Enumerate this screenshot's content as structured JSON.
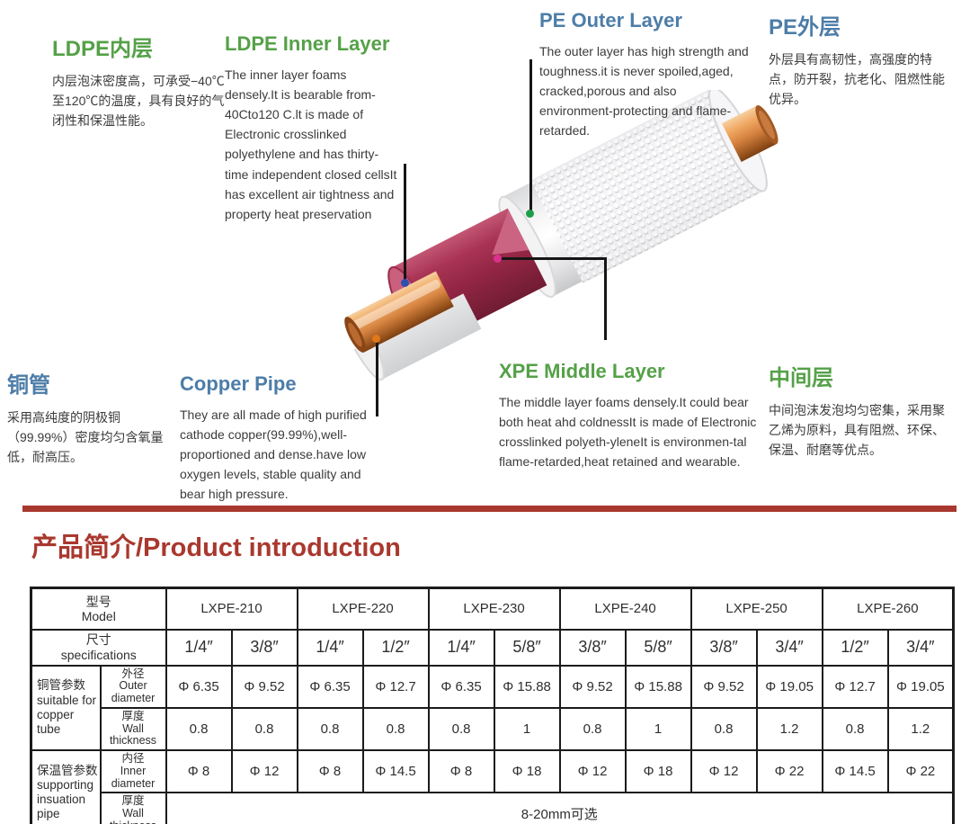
{
  "colors": {
    "green": "#55a148",
    "blue": "#4d7da8",
    "red": "#a9382e",
    "dot_blue": "#2f4fae",
    "dot_green": "#1f9e49",
    "dot_pink": "#dd3190",
    "dot_orange": "#e07818",
    "copper": "#d5823f",
    "foam_red": "#932644"
  },
  "annotations": {
    "ldpe_cn": {
      "title": "LDPE内层",
      "body": "内层泡沫密度高，可承受−40℃至120℃的温度，具有良好的气闭性和保温性能。"
    },
    "ldpe_en": {
      "title": "LDPE Inner Layer",
      "body": "The inner layer foams densely.It is bearable from-40Cto120 C.lt is made of Electronic crosslinked polyethylene and has thirty-time independent closed cellsIt has excellent air tightness and property heat preservation"
    },
    "pe_en": {
      "title": "PE Outer Layer",
      "body": "The outer layer has high strength and toughness.it is never spoiled,aged, cracked,porous and also environment-protecting and flame-retarded."
    },
    "pe_cn": {
      "title": "PE外层",
      "body": "外层具有高韧性，高强度的特点，防开裂，抗老化、阻燃性能优异。"
    },
    "copper_cn": {
      "title": "铜管",
      "body": "采用高纯度的阴极铜（99.99%）密度均匀含氧量低，耐高压。"
    },
    "copper_en": {
      "title": "Copper Pipe",
      "body": "They are all made of high purified cathode copper(99.99%),well-proportioned and dense.have low oxygen levels, stable quality and bear high pressure."
    },
    "xpe_en": {
      "title": "XPE Middle Layer",
      "body": "The middle layer foams densely.It could bear both heat ahd coldnessIt is made of Electronic crosslinked polyeth-yleneIt is environmen-tal flame-retarded,heat retained and wearable."
    },
    "xpe_cn": {
      "title": "中间层",
      "body": "中间泡沫发泡均匀密集，采用聚乙烯为原料，具有阻燃、环保、保温、耐磨等优点。"
    }
  },
  "section_title": "产品简介/Product introduction",
  "table": {
    "model_label_cn": "型号",
    "model_label_en": "Model",
    "size_label_cn": "尺寸",
    "size_label_en": "specifications",
    "models": [
      "LXPE-210",
      "LXPE-220",
      "LXPE-230",
      "LXPE-240",
      "LXPE-250",
      "LXPE-260"
    ],
    "sizes": [
      "1/4″",
      "3/8″",
      "1/4″",
      "1/2″",
      "1/4″",
      "5/8″",
      "3/8″",
      "5/8″",
      "3/8″",
      "3/4″",
      "1/2″",
      "3/4″"
    ],
    "groups": [
      {
        "label_cn": "铜管参数",
        "label_en": "suitable for copper tube",
        "rows": [
          {
            "param_cn": "外径",
            "param_en": "Outer diameter",
            "values": [
              "Φ 6.35",
              "Φ 9.52",
              "Φ 6.35",
              "Φ 12.7",
              "Φ 6.35",
              "Φ 15.88",
              "Φ 9.52",
              "Φ 15.88",
              "Φ 9.52",
              "Φ 19.05",
              "Φ 12.7",
              "Φ 19.05"
            ]
          },
          {
            "param_cn": "厚度",
            "param_en": "Wall thickness",
            "values": [
              "0.8",
              "0.8",
              "0.8",
              "0.8",
              "0.8",
              "1",
              "0.8",
              "1",
              "0.8",
              "1.2",
              "0.8",
              "1.2"
            ]
          }
        ]
      },
      {
        "label_cn": "保温管参数",
        "label_en": "supporting insuation pipe",
        "rows": [
          {
            "param_cn": "内径",
            "param_en": "Inner diameter",
            "values": [
              "Φ 8",
              "Φ 12",
              "Φ 8",
              "Φ 14.5",
              "Φ 8",
              "Φ 18",
              "Φ 12",
              "Φ 18",
              "Φ 12",
              "Φ 22",
              "Φ 14.5",
              "Φ 22"
            ]
          },
          {
            "param_cn": "厚度",
            "param_en": "Wall thickness",
            "span_value": "8-20mm可选"
          }
        ]
      }
    ]
  }
}
